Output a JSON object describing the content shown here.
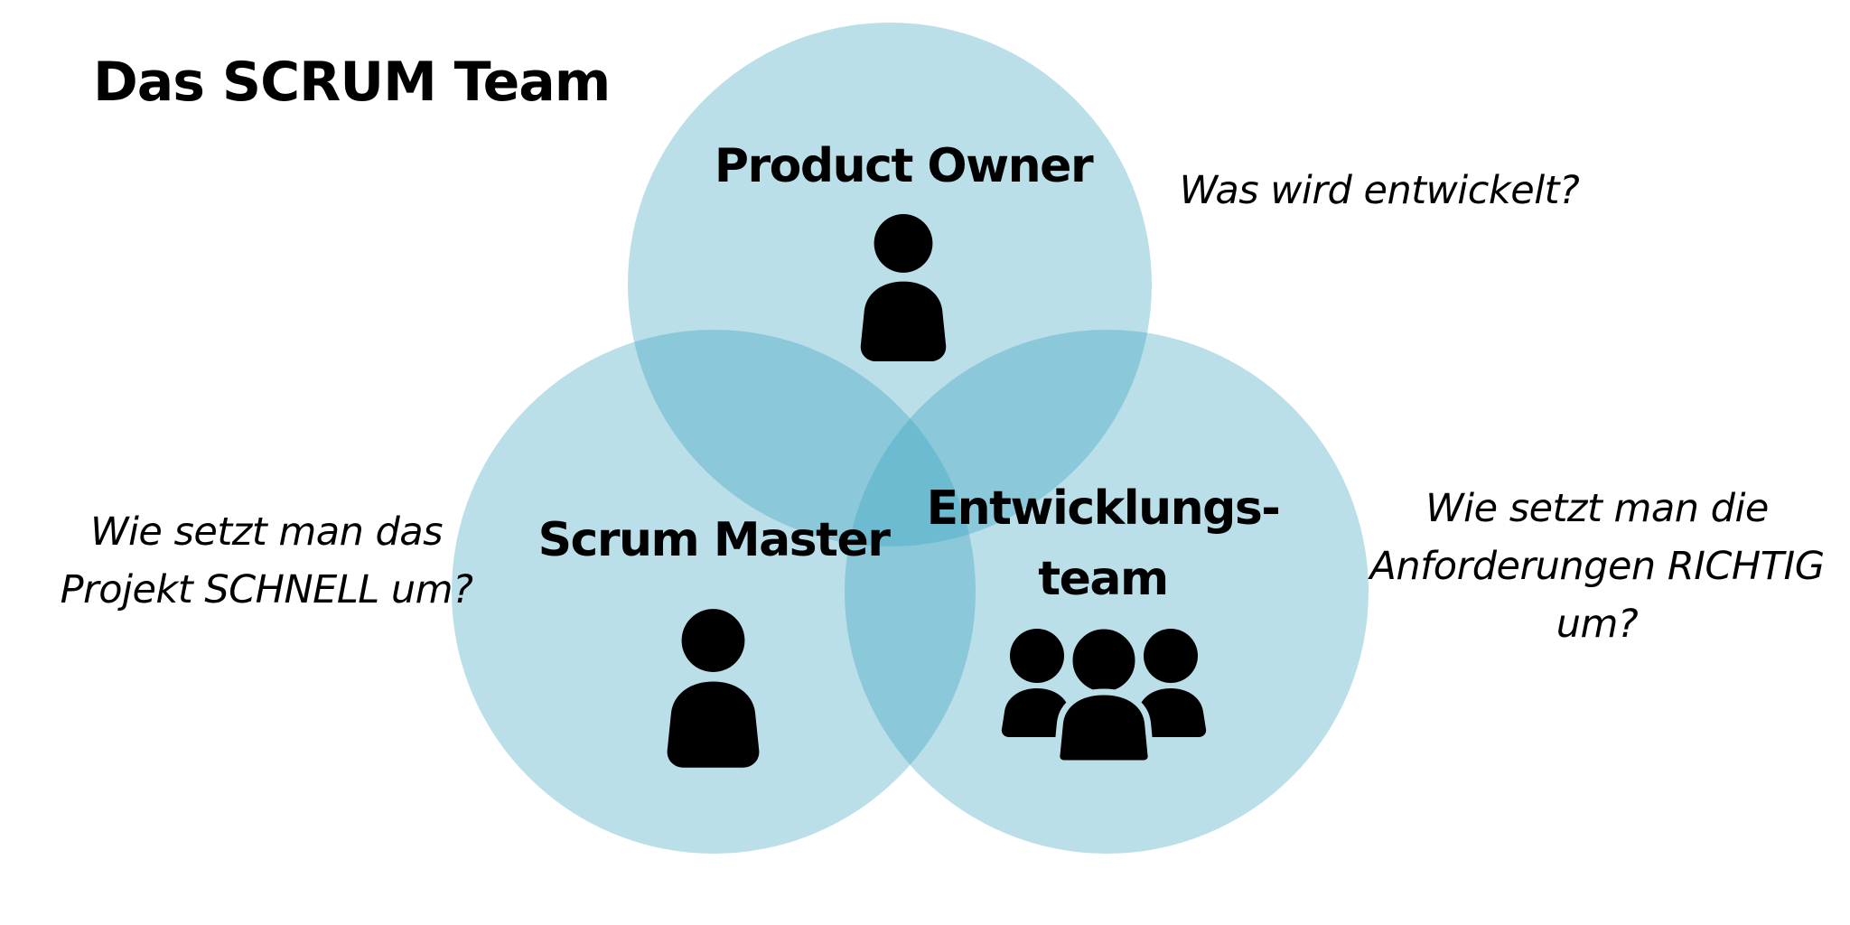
{
  "title": "Das SCRUM Team",
  "colors": {
    "circle_fill": "#2E9FBC",
    "circle_opacity": 0.33,
    "circle_single_tint": "#BADFE9",
    "icon_color": "#000000",
    "text_color": "#000000",
    "background": "#FFFFFF"
  },
  "venn": {
    "circles": [
      {
        "name": "product-owner",
        "label": "Product Owner",
        "icon": "person-icon"
      },
      {
        "name": "scrum-master",
        "label": "Scrum Master",
        "icon": "person-icon"
      },
      {
        "name": "development-team",
        "label_lines": [
          "Entwicklungs-",
          "team"
        ],
        "icon": "group-icon"
      }
    ]
  },
  "annotations": {
    "product_owner_question": {
      "lines": [
        "Was wird entwickelt?"
      ]
    },
    "scrum_master_question": {
      "lines": [
        "Wie setzt man das",
        "Projekt SCHNELL um?"
      ]
    },
    "development_team_question": {
      "lines": [
        "Wie setzt man die",
        "Anforderungen RICHTIG",
        "um?"
      ]
    }
  }
}
